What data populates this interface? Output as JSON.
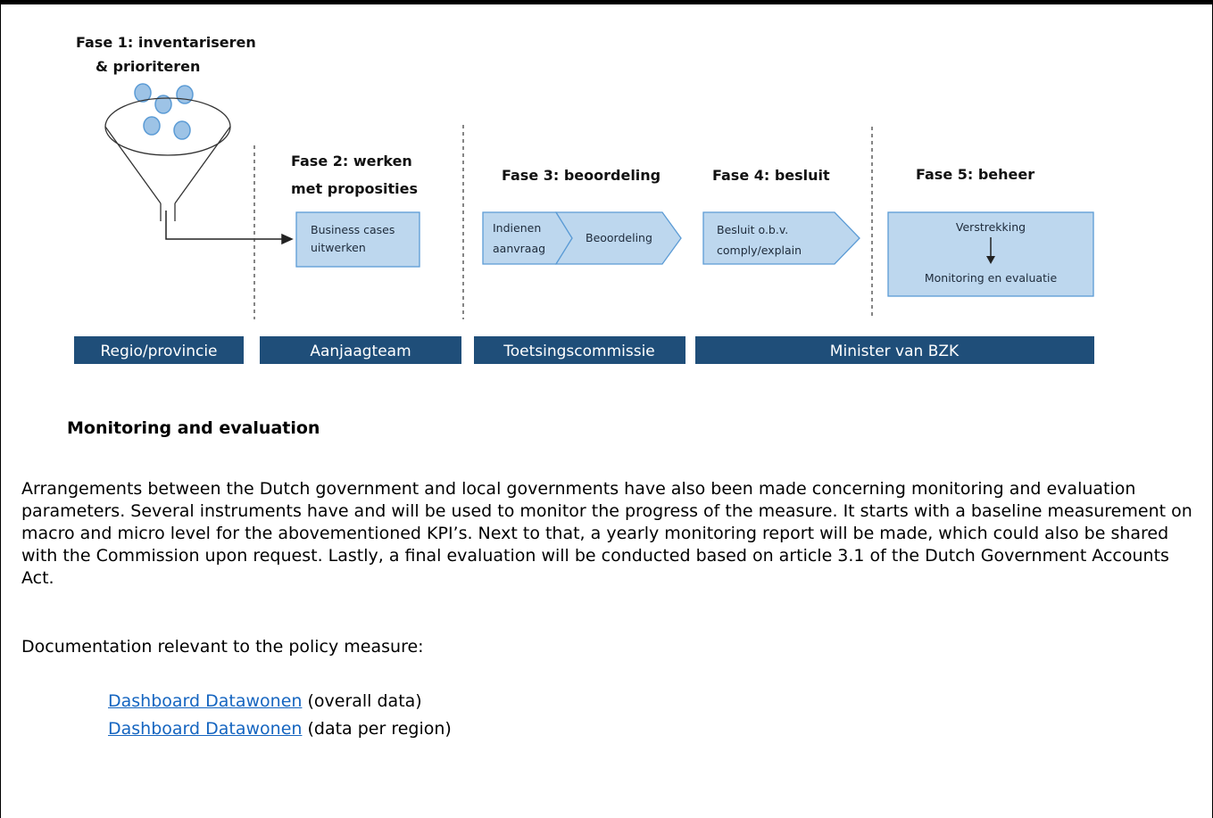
{
  "diagram": {
    "phases": [
      {
        "title_lines": [
          "Fase 1: inventariseren",
          "& prioriteren"
        ]
      },
      {
        "title_lines": [
          "Fase 2: werken",
          "met proposities"
        ]
      },
      {
        "title_lines": [
          "Fase 3: beoordeling"
        ]
      },
      {
        "title_lines": [
          "Fase 4: besluit"
        ]
      },
      {
        "title_lines": [
          "Fase 5: beheer"
        ]
      }
    ],
    "boxes": {
      "business_cases": [
        "Business cases",
        "uitwerken"
      ],
      "indienen": [
        "Indienen",
        "aanvraag"
      ],
      "beoordeling": "Beoordeling",
      "besluit": [
        "Besluit o.b.v.",
        "comply/explain"
      ],
      "verstrekking": "Verstrekking",
      "monitoring": "Monitoring en evaluatie"
    },
    "bands": [
      "Regio/provincie",
      "Aanjaagteam",
      "Toetsingscommissie",
      "Minister van BZK"
    ],
    "colors": {
      "band": "#1f4e79",
      "box_fill": "#bdd7ee",
      "box_stroke": "#5b9bd5",
      "ball": "#9dc3e6"
    }
  },
  "section": {
    "heading": "Monitoring and evaluation",
    "paragraph": "Arrangements between the Dutch government and local governments have also been made concerning monitoring and evaluation parameters. Several instruments have and will be used to monitor the progress of the measure. It starts with a baseline measurement on macro and micro level for the abovementioned KPI’s. Next to that, a yearly monitoring report will be made, which could also be shared with the Commission upon request. Lastly, a final evaluation will be conducted based on article 3.1 of the Dutch Government Accounts Act.",
    "doc_intro": "Documentation relevant to the policy measure:",
    "links": [
      {
        "text": "Dashboard Datawonen",
        "suffix": " (overall data)"
      },
      {
        "text": "Dashboard Datawonen",
        "suffix": " (data per region)"
      }
    ]
  }
}
